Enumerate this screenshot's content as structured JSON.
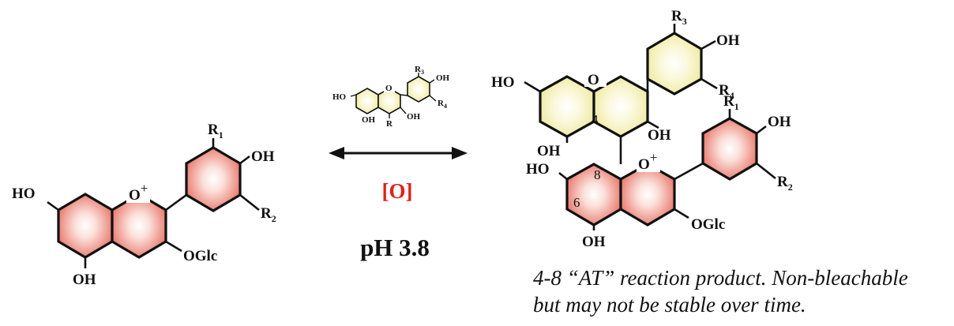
{
  "colors": {
    "anthocyanin_ring": "#e8766a",
    "flavanol_ring": "#eeeaa0",
    "oxidant_label": "#e0201a",
    "text": "#111111"
  },
  "anthocyanin": {
    "r1": "R",
    "r1_sub": "1",
    "oh_b": "OH",
    "r2": "R",
    "r2_sub": "2",
    "ho_7": "HO",
    "oxonium": "O",
    "charge": "+",
    "oglc": "OGlc",
    "oh_5": "OH"
  },
  "flavanol_reagent": {
    "r3": "R",
    "r3_sub": "3",
    "oh_b": "OH",
    "r4": "R",
    "r4_sub": "4",
    "ho_7": "HO",
    "ring_o": "O",
    "oh_3": "OH",
    "oh_5": "OH",
    "r": "R"
  },
  "reaction": {
    "oxidant": "[O]",
    "condition": "pH 3.8"
  },
  "product": {
    "r3": "R",
    "r3_sub": "3",
    "oh_b_top": "OH",
    "r4": "R",
    "r4_sub": "4",
    "ho_7_top": "HO",
    "ring_o_top": "O",
    "pos_4": "4",
    "oh_3": "OH",
    "oh_5_top": "OH",
    "ho_7_bottom": "HO",
    "pos_8": "8",
    "pos_6": "6",
    "oxonium": "O",
    "charge": "+",
    "r1": "R",
    "r1_sub": "1",
    "oh_b_bottom": "OH",
    "r2": "R",
    "r2_sub": "2",
    "oglc": "OGlc",
    "oh_5_bottom": "OH"
  },
  "caption": {
    "line1": "4-8 “AT” reaction product. Non-bleachable",
    "line2": "but may not be stable over time."
  }
}
